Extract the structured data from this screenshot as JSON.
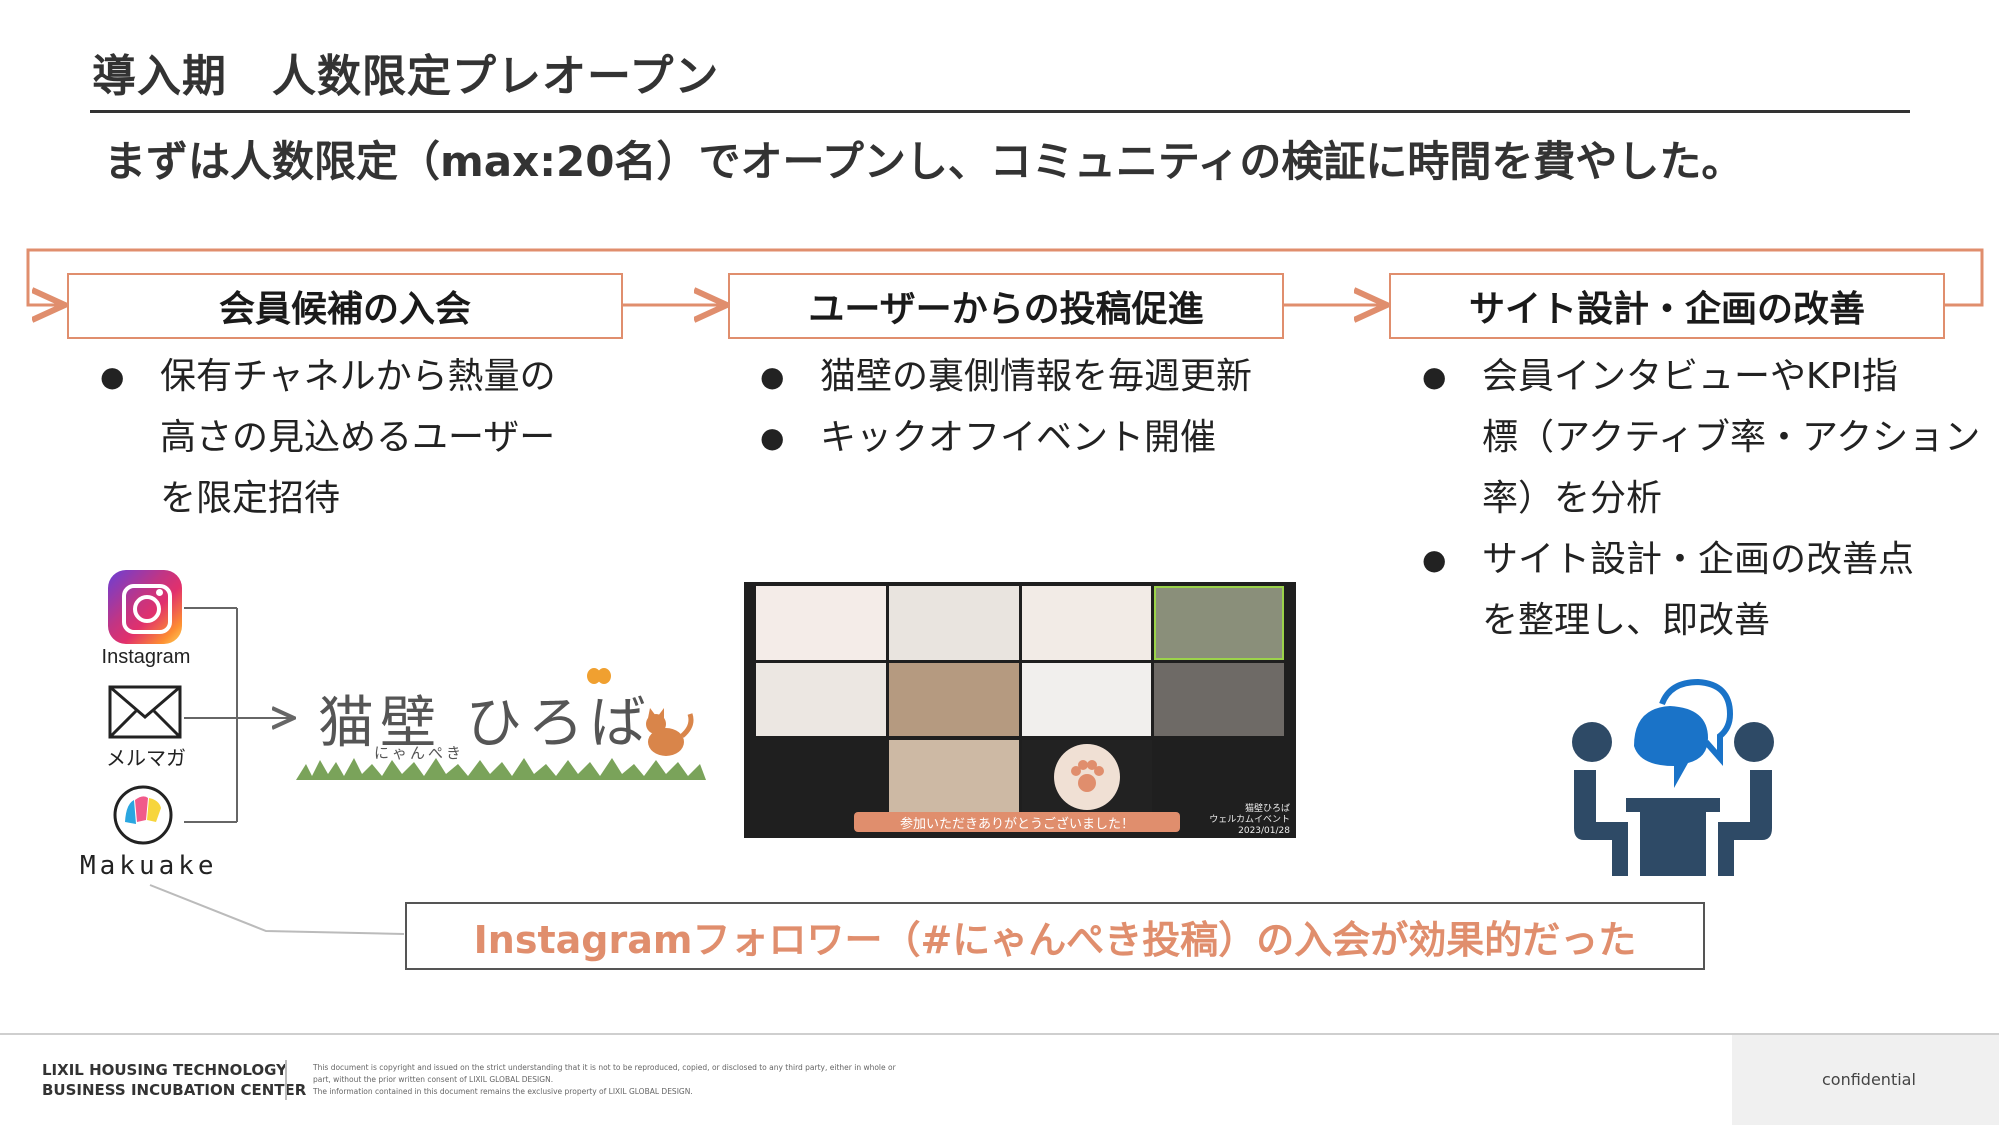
{
  "title": "導入期　人数限定プレオープン",
  "subtitle": "まずは人数限定（max:20名）でオープンし、コミュニティの検証に時間を費やした。",
  "steps": [
    {
      "label": "会員候補の入会"
    },
    {
      "label": "ユーザーからの投稿促進"
    },
    {
      "label": "サイト設計・企画の改善"
    }
  ],
  "col1": {
    "bullet1": [
      "保有チャネルから熱量の",
      "高さの見込めるユーザー",
      "を限定招待"
    ]
  },
  "col2": {
    "bullet1": "猫壁の裏側情報を毎週更新",
    "bullet2": "キックオフイベント開催"
  },
  "col3": {
    "bullet1": [
      "会員インタビューやKPI指",
      "標（アクティブ率・アクション",
      "率）を分析"
    ],
    "bullet2": [
      "サイト設計・企画の改善点",
      "を整理し、即改善"
    ]
  },
  "channels": {
    "instagram": "Instagram",
    "mailmag": "メルマガ",
    "makuake": "Makuake"
  },
  "logo": {
    "main": "猫壁 ひろば",
    "sub": "にゃんぺき"
  },
  "zoom": {
    "banner": "参加いただきありがとうございました！",
    "event_name": "猫壁ひろば",
    "event_title": "ウェルカムイベント",
    "event_date": "2023/01/28"
  },
  "callout": "Instagramフォロワー（#にゃんぺき投稿）の入会が効果的だった",
  "footer": {
    "org_line1": "LIXIL HOUSING TECHNOLOGY",
    "org_line2": "BUSINESS INCUBATION CENTER",
    "notice1": "This document is copyright and issued on the strict understanding that it is not to be reproduced, copied, or disclosed to any third party, either in whole or",
    "notice2": "part, without the prior written consent of LIXIL GLOBAL DESIGN.",
    "notice3": "The information contained in this document remains the exclusive property of LIXIL GLOBAL DESIGN.",
    "confidential": "confidential"
  },
  "colors": {
    "accent": "#e08e6d",
    "dark": "#333333",
    "icon_blue": "#2e4a66",
    "bubble_blue": "#1a73c8"
  }
}
